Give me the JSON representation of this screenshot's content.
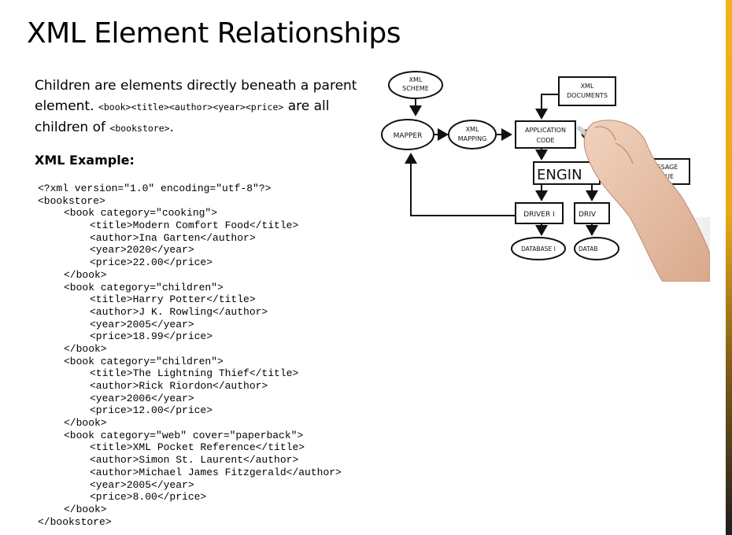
{
  "slide": {
    "title": "XML Element Relationships",
    "intro": {
      "text1": "Children are elements directly beneath a parent element. ",
      "tags": "<book><title><author><year><price>",
      "text2": " are all children of ",
      "parent_tag": "<bookstore>",
      "text3": "."
    },
    "example_heading": "XML Example:",
    "code_lines": [
      {
        "indent": 0,
        "text": "<?xml version=\"1.0\" encoding=\"utf-8\"?>"
      },
      {
        "indent": 0,
        "text": "<bookstore>"
      },
      {
        "indent": 1,
        "text": "<book category=\"cooking\">"
      },
      {
        "indent": 2,
        "text": "<title>Modern Comfort Food</title>"
      },
      {
        "indent": 2,
        "text": "<author>Ina Garten</author>"
      },
      {
        "indent": 2,
        "text": "<year>2020</year>"
      },
      {
        "indent": 2,
        "text": "<price>22.00</price>"
      },
      {
        "indent": 1,
        "text": "</book>"
      },
      {
        "indent": 1,
        "text": "<book category=\"children\">"
      },
      {
        "indent": 2,
        "text": "<title>Harry Potter</title>"
      },
      {
        "indent": 2,
        "text": "<author>J K. Rowling</author>"
      },
      {
        "indent": 2,
        "text": "<year>2005</year>"
      },
      {
        "indent": 2,
        "text": "<price>18.99</price>"
      },
      {
        "indent": 1,
        "text": "</book>"
      },
      {
        "indent": 1,
        "text": "<book category=\"children\">"
      },
      {
        "indent": 2,
        "text": "<title>The Lightning Thief</title>"
      },
      {
        "indent": 2,
        "text": "<author>Rick Riordon</author>"
      },
      {
        "indent": 2,
        "text": "<year>2006</year>"
      },
      {
        "indent": 2,
        "text": "<price>12.00</price>"
      },
      {
        "indent": 1,
        "text": "</book>"
      },
      {
        "indent": 1,
        "text": "<book category=\"web\" cover=\"paperback\">"
      },
      {
        "indent": 2,
        "text": "<title>XML Pocket Reference</title>"
      },
      {
        "indent": 2,
        "text": "<author>Simon St. Laurent</author>"
      },
      {
        "indent": 2,
        "text": "<author>Michael James Fitzgerald</author>"
      },
      {
        "indent": 2,
        "text": "<year>2005</year>"
      },
      {
        "indent": 2,
        "text": "<price>8.00</price>"
      },
      {
        "indent": 1,
        "text": "</book>"
      },
      {
        "indent": 0,
        "text": "</bookstore>"
      }
    ]
  },
  "diagram": {
    "scheme_1": "XML",
    "scheme_2": "SCHEME",
    "docs_1": "XML",
    "docs_2": "DOCUMENTS",
    "mapper": "MAPPER",
    "mapping_1": "XML",
    "mapping_2": "MAPPING",
    "app_1": "APPLICATION",
    "app_2": "CODE",
    "engine": "ENGIN",
    "queue_1": "MESSAGE",
    "queue_2": "QUEUE",
    "driver_1": "DRIVER I",
    "driver_2": "DRIV",
    "db_1": "DATABASE I",
    "db_2": "DATAB"
  },
  "colors": {
    "accent_bar": "#f3b21a",
    "text": "#000000"
  }
}
